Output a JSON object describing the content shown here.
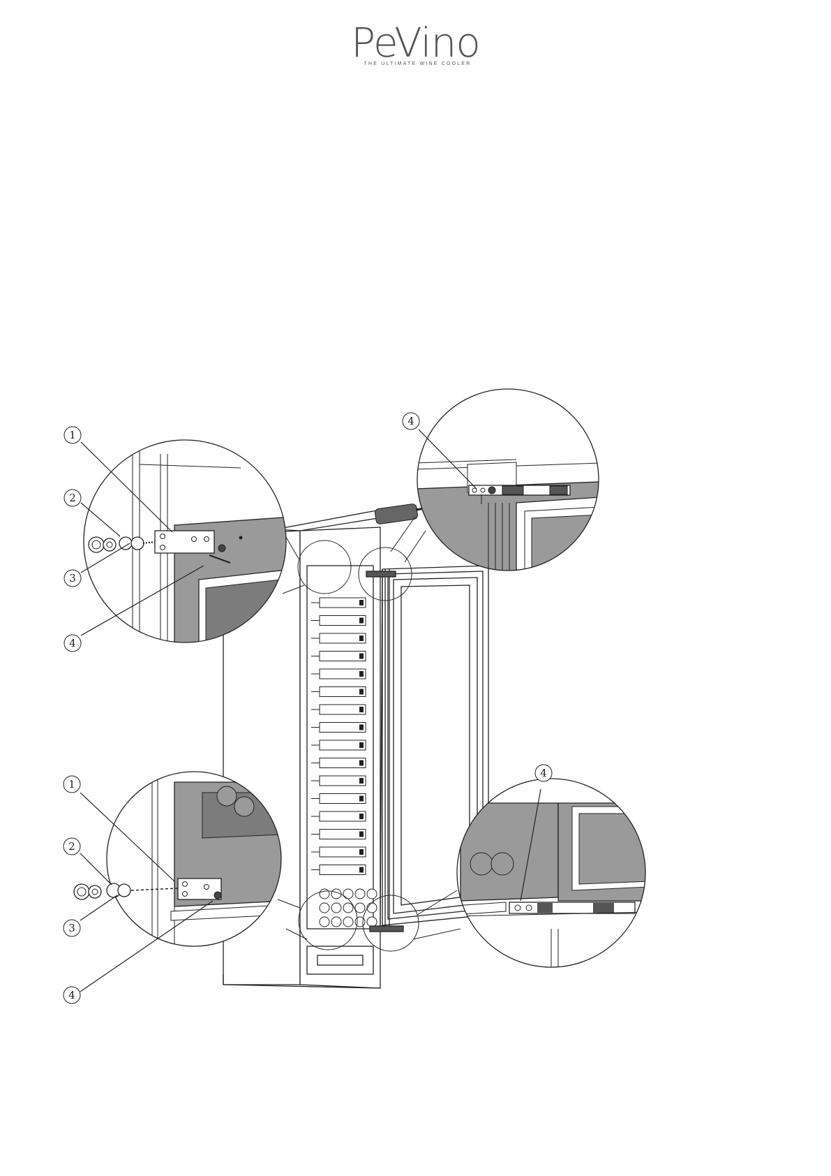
{
  "logo": {
    "brand": "PeVino",
    "tagline": "THE ULTIMATE WINE COOLER"
  },
  "callouts": {
    "top_left": [
      "1",
      "2",
      "3",
      "4"
    ],
    "bottom_left": [
      "1",
      "2",
      "3",
      "4"
    ],
    "top_right": "4",
    "bottom_right": "4"
  },
  "colors": {
    "line": "#222222",
    "panel": "#9a9a9a",
    "panel_dark": "#7c7c7c"
  }
}
